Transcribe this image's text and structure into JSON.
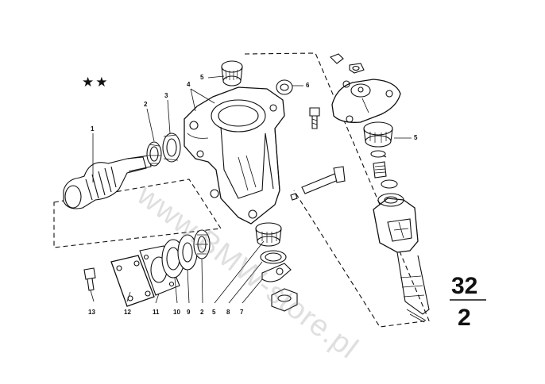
{
  "marker": "★★",
  "watermark": "www.BMW-store.pl",
  "section": {
    "top": "32",
    "bottom": "2"
  },
  "labels": {
    "part1": "1",
    "part2_top": "2",
    "part3": "3",
    "part4": "4",
    "part5_top": "5",
    "part6": "6",
    "part5_right": "5",
    "part13": "13",
    "part12": "12",
    "part11": "11",
    "part10": "10",
    "part9": "9",
    "part2_bottom": "2",
    "part5_bottom": "5",
    "part8": "8",
    "part7": "7"
  }
}
